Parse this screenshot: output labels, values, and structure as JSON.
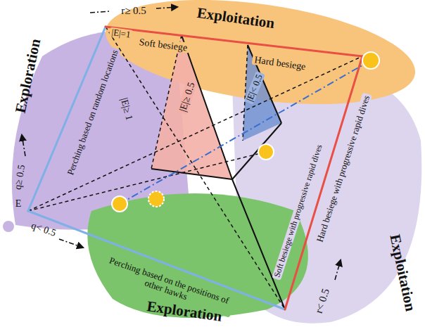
{
  "diagram": {
    "labels": [
      "Exploitation",
      "Exploration",
      "Exploitation",
      "Exploration",
      "r≥ 0.5",
      "|E|=1",
      "Soft besiege",
      "Hard besiege",
      "|E|≥ 1",
      "|E|≥ 0.5",
      "|E|< 0.5",
      "Perching based on random locations",
      "Hard besiege with progressive rapid dives",
      "Soft besiege with progressive rapid dives",
      "q≥ 0.5",
      "E",
      "q< 0.5",
      "Perching based on the positions of other hawks",
      "r< 0.5"
    ]
  }
}
